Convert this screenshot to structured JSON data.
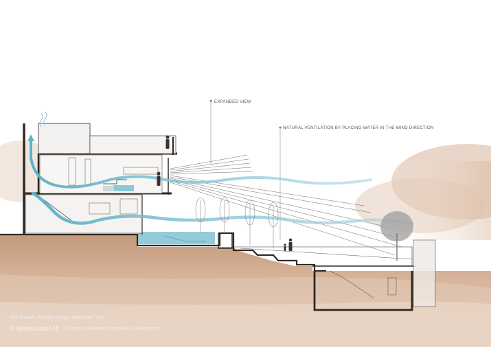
{
  "labels": {
    "expanded_view": "EXPANDED VIEW",
    "natural_ventilation": "NATURAL VENTILATION BY PLACING WATER IN THE WIND DIRECTION"
  },
  "caption": {
    "project": "Villa Mayan",
    "separator": "|",
    "location": "Mayan village, Mashhad, Iran",
    "copyright_symbol": "©",
    "website": "www.caoi.ir",
    "credit": "Courtesy of Afshin Khosravian & Associates"
  },
  "colors": {
    "ground": "#c9a184",
    "ground_light": "#e7d3c3",
    "wall": "#2f2824",
    "wind": "#8ec7d6",
    "water": "#7fc3d4",
    "tree": "#8d8d8d"
  },
  "icons": [
    "wind-flow-arrow",
    "tree-icon",
    "person-silhouette-icon",
    "pool-icon"
  ]
}
